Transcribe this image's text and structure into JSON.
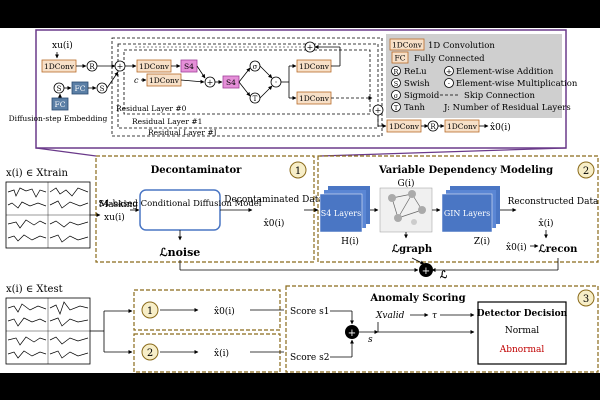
{
  "colors": {
    "conv_fill": "#f7e0c8",
    "conv_stroke": "#b86b2a",
    "fc_fill": "#5b7fa6",
    "s4_fill": "#e58fd8",
    "s4_stroke": "#a0409a",
    "layer_fill": "#4a76c4",
    "legend_bg": "#cfcfcf",
    "dash_border": "#8a6a1a",
    "abnormal": "#c00000",
    "panel_outline": "#6a3a8a"
  },
  "inputs": {
    "x_train": "x(i) ∈ Xtrain",
    "x_test": "x(i) ∈ Xtest"
  },
  "residual": {
    "x_u": "xu(i)",
    "conv_label": "1DConv",
    "relu": "R",
    "swish": "S",
    "fc": "FC",
    "s4": "S4",
    "sigma": "σ",
    "tanh": "T",
    "c": "c",
    "diffusion_label": "Diffusion-step Embedding",
    "layer0": "Residual Layer #0",
    "layer1": "Residual Layer #1",
    "layerJ": "Residual Layer #J",
    "out_label": "x̂0(i)"
  },
  "legend": {
    "conv": "1D Convolution",
    "fc": "Fully Connected",
    "relu": "ReLu",
    "swish": "Swish",
    "sigmoid": "Sigmoid",
    "tanh": "Tanh",
    "add": "Element-wise Addition",
    "mul": "Element-wise Multiplication",
    "skip": "Skip Connection",
    "j": "J: Number of Residual Layers"
  },
  "decontaminator": {
    "number": "1",
    "title": "Decontaminator",
    "masking": "Masking",
    "masked": "xu(i)",
    "model": "S4-based Conditional Diffusion Model",
    "output_title": "Decontaminated Data",
    "output_var": "x̂0(i)",
    "loss": "ℒnoise"
  },
  "dependency": {
    "number": "2",
    "title": "Variable Dependency Modeling",
    "s4": "S4 Layers",
    "h": "H(i)",
    "g": "G(i)",
    "gin": "GIN Layers",
    "z": "Z(i)",
    "recon_title": "Reconstructed Data",
    "recon_var": "x̂(i)",
    "loss_graph": "ℒgraph",
    "loss_recon": "ℒrecon",
    "recon_in": "x̂0(i)"
  },
  "total_loss": "ℒ",
  "test_path": {
    "step1": "1",
    "out1": "x̂0(i)",
    "step2": "2",
    "out2": "x̂(i)"
  },
  "anomaly": {
    "number": "3",
    "title": "Anomaly Scoring",
    "score1": "Score s1",
    "score2": "Score s2",
    "s": "s",
    "x_valid": "Xvalid",
    "tau": "τ",
    "decision_title": "Detector Decision",
    "normal": "Normal",
    "abnormal": "Abnormal"
  }
}
